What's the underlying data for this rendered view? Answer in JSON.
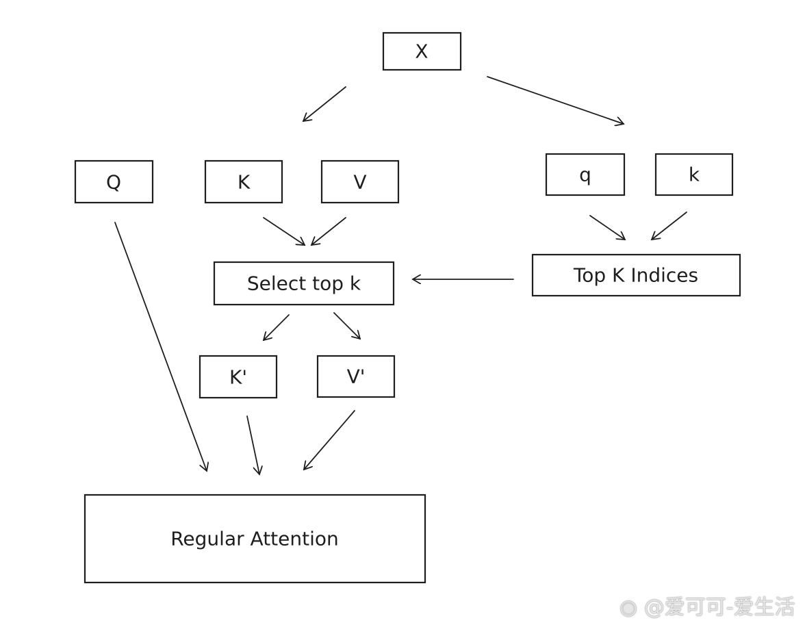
{
  "nodes": {
    "x": "X",
    "q_big": "Q",
    "k_big": "K",
    "v_big": "V",
    "q_small": "q",
    "k_small": "k",
    "top_k_indices": "Top K Indices",
    "select_top_k": "Select top k",
    "k_prime": "K'",
    "v_prime": "V'",
    "regular_attention": "Regular Attention"
  },
  "watermark": "@爱可可-爱生活",
  "colors": {
    "stroke": "#1e1e1e",
    "background": "#ffffff"
  }
}
